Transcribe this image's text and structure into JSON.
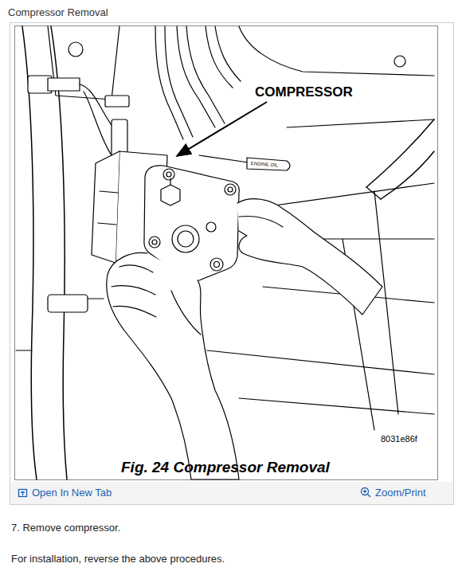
{
  "diagram": {
    "title": "Compressor Removal",
    "caption": "Fig. 24 Compressor Removal",
    "labels": [
      "COMPRESSOR",
      "ENGINE OIL",
      "8031e86f",
      "Open In New Tab",
      "Zoom/Print",
      "7. Remove compressor.",
      "For installation, reverse the above procedures."
    ]
  }
}
